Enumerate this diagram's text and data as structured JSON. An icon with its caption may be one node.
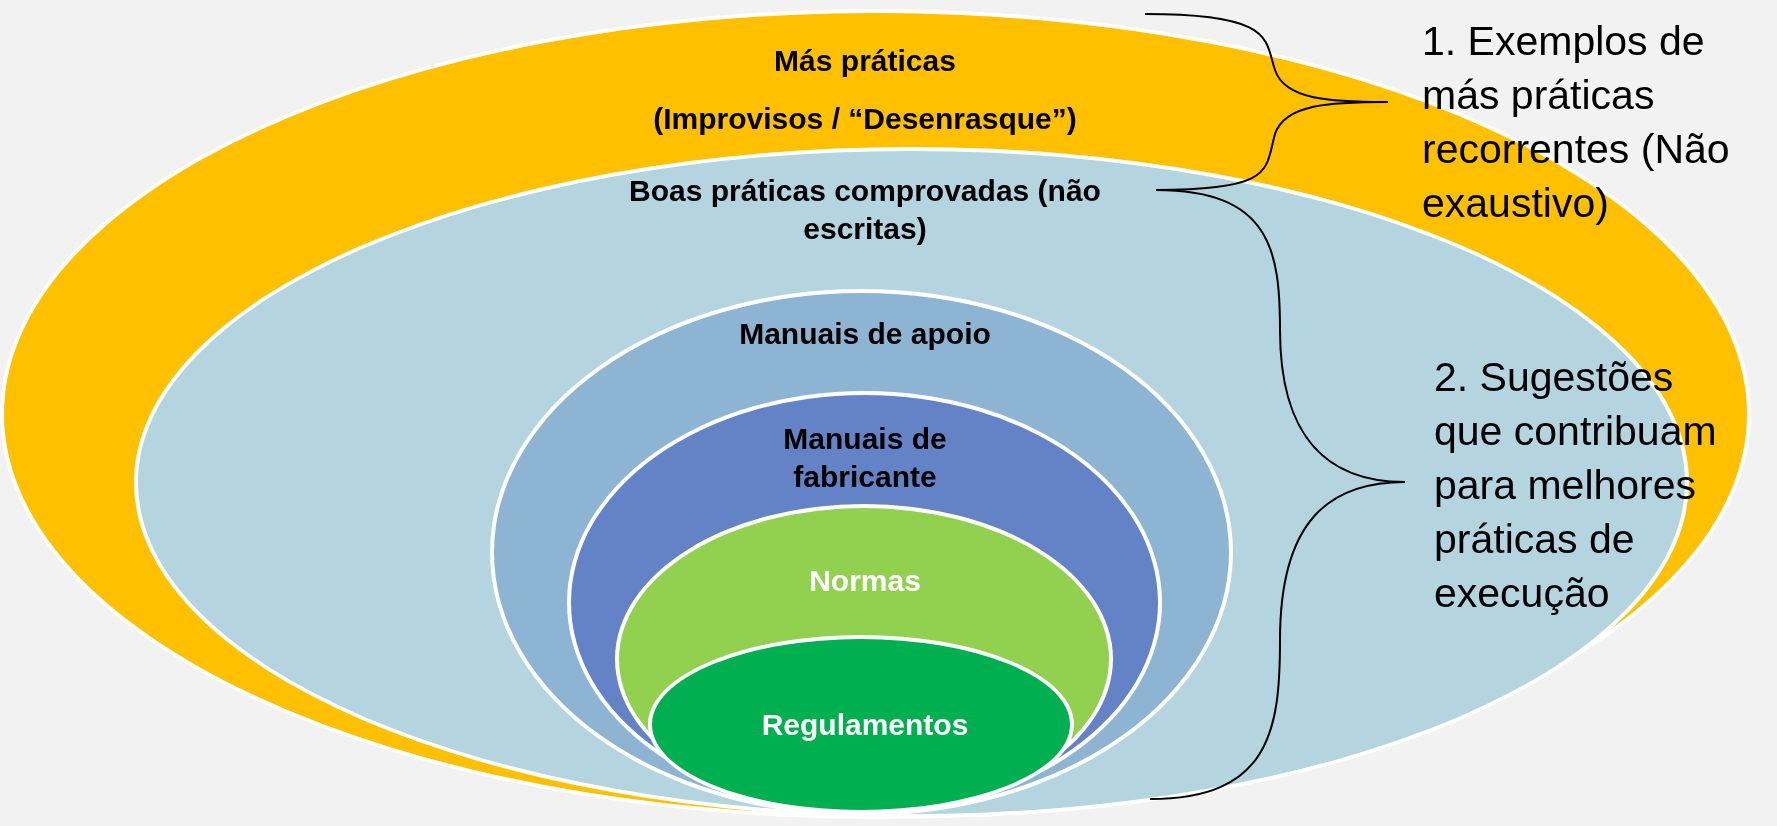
{
  "diagram": {
    "nodes": [
      {
        "text": [
          "Más práticas",
          "(Improvisos / “Desenrasque”)"
        ]
      },
      {
        "text": [
          "Boas práticas comprovadas (não escritas)"
        ],
        "in": 0
      },
      {
        "text": [
          "Manuais de apoio"
        ],
        "in": 1
      },
      {
        "text": [
          "Manuais de fabricante"
        ],
        "in": 2
      },
      {
        "text": [
          "Normas"
        ],
        "in": 3
      },
      {
        "text": [
          "Regulamentos"
        ],
        "in": 4
      }
    ],
    "labels": [
      "1. Exemplos de más práticas recorrentes (Não exaustivo)",
      "2. Sugestões que contribuam para melhores práticas de execução"
    ]
  }
}
